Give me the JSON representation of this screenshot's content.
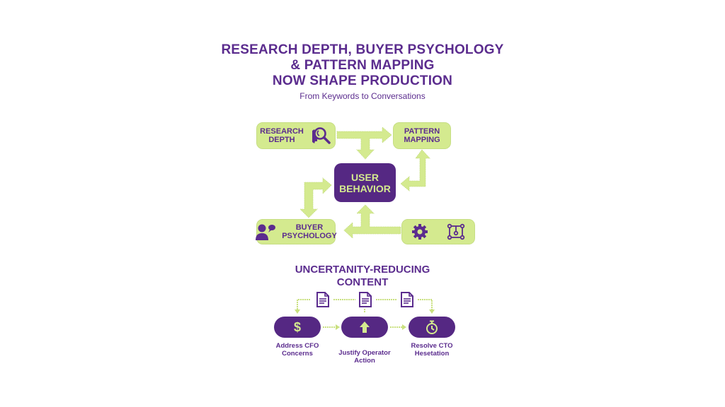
{
  "header": {
    "title_lines": [
      "RESEARCH DEPTH, BUYER PSYCHOLOGY",
      "& PATTERN MAPPING",
      "NOW SHAPE PRODUCTION"
    ],
    "subtitle": "From Keywords to Conversations"
  },
  "colors": {
    "purple": "#552883",
    "text_purple": "#5b2c8e",
    "green": "#d4ea8f",
    "white": "#ffffff"
  },
  "flow_diagram": {
    "center": {
      "label_lines": [
        "USER",
        "BEHAVIOR"
      ]
    },
    "nodes": [
      {
        "id": "research-depth",
        "label_lines": [
          "RESEARCH",
          "DEPTH"
        ],
        "icon": "gear-magnifier-icon"
      },
      {
        "id": "pattern-mapping",
        "label_lines": [
          "PATTERN",
          "MAPPING"
        ],
        "icon": null
      },
      {
        "id": "buyer-psychology",
        "label_lines": [
          "BUYER",
          "PSYCHOLOGY"
        ],
        "icon": "person-speech-icon"
      },
      {
        "id": "tools",
        "label_lines": [],
        "icons": [
          "gear-icon",
          "frame-nodes-icon"
        ]
      }
    ],
    "edges": [
      {
        "from": "research-depth",
        "to": "pattern-mapping"
      },
      {
        "from": "research-depth",
        "to": "user-behavior"
      },
      {
        "from": "user-behavior",
        "to": "pattern-mapping",
        "bidirectional": true
      },
      {
        "from": "user-behavior",
        "to": "buyer-psychology",
        "bidirectional": true
      },
      {
        "from": "tools",
        "to": "user-behavior"
      },
      {
        "from": "tools",
        "to": "buyer-psychology"
      }
    ]
  },
  "content_section": {
    "title_lines": [
      "UNCERTANITY-REDUCING",
      "CONTENT"
    ],
    "documents": [
      "document-icon",
      "document-icon",
      "document-icon"
    ],
    "steps": [
      {
        "icon": "dollar-icon",
        "label_lines": [
          "Address CFO",
          "Concerns"
        ]
      },
      {
        "icon": "up-arrow-icon",
        "label_lines": [
          "Justify Operator",
          "Action"
        ]
      },
      {
        "icon": "stopwatch-icon",
        "label_lines": [
          "Resolve CTO",
          "Hesetation"
        ]
      }
    ]
  }
}
